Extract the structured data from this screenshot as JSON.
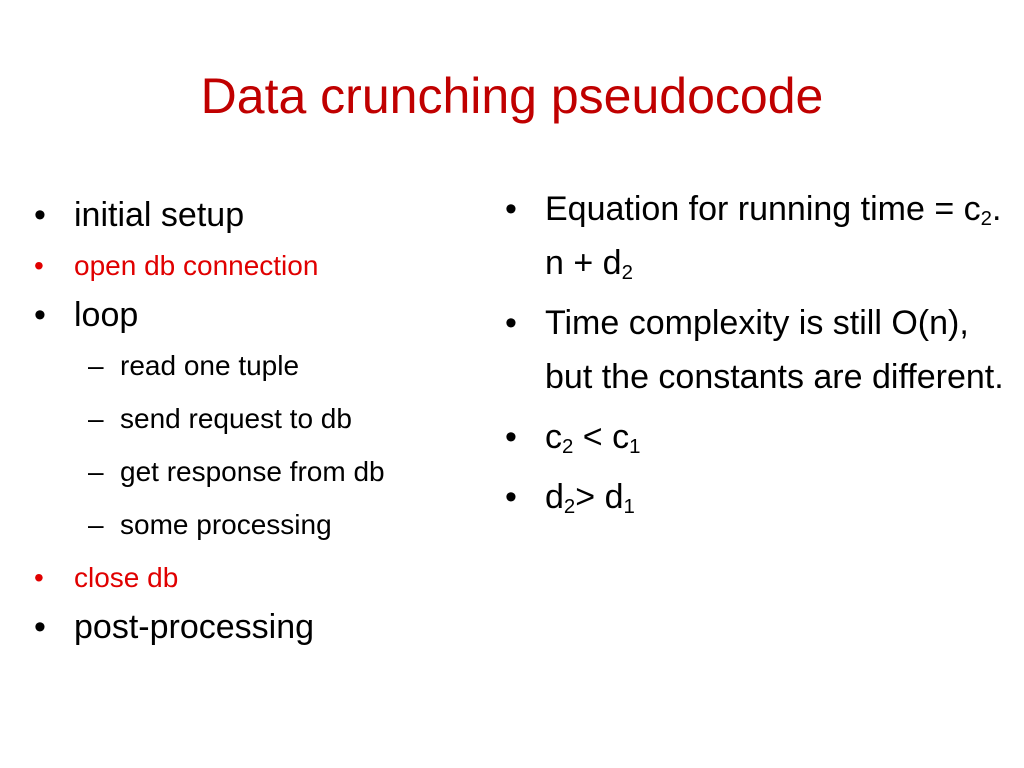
{
  "title": "Data crunching pseudocode",
  "colors": {
    "title": "#c00000",
    "highlight": "#e00000",
    "text": "#000000"
  },
  "bullet_char": "•",
  "dash_char": "–",
  "left": {
    "initial_setup": "initial setup",
    "open_db": "open db connection",
    "loop": "loop",
    "read_tuple": "read one tuple",
    "send_request": "send request to db",
    "get_response": "get response from db",
    "some_processing": "some processing",
    "close_db": "close db",
    "post_processing": "post-processing"
  },
  "right": {
    "eq_prefix": "Equation for running time = c",
    "eq_sub1": "2",
    "eq_mid": ". n + d",
    "eq_sub2": "2",
    "complexity": "Time complexity is still O(n), but the constants are different.",
    "c_base": "c",
    "c_sub_a": "2",
    "c_op": " < c",
    "c_sub_b": "1",
    "d_base": "d",
    "d_sub_a": "2",
    "d_op": "> d",
    "d_sub_b": "1"
  }
}
